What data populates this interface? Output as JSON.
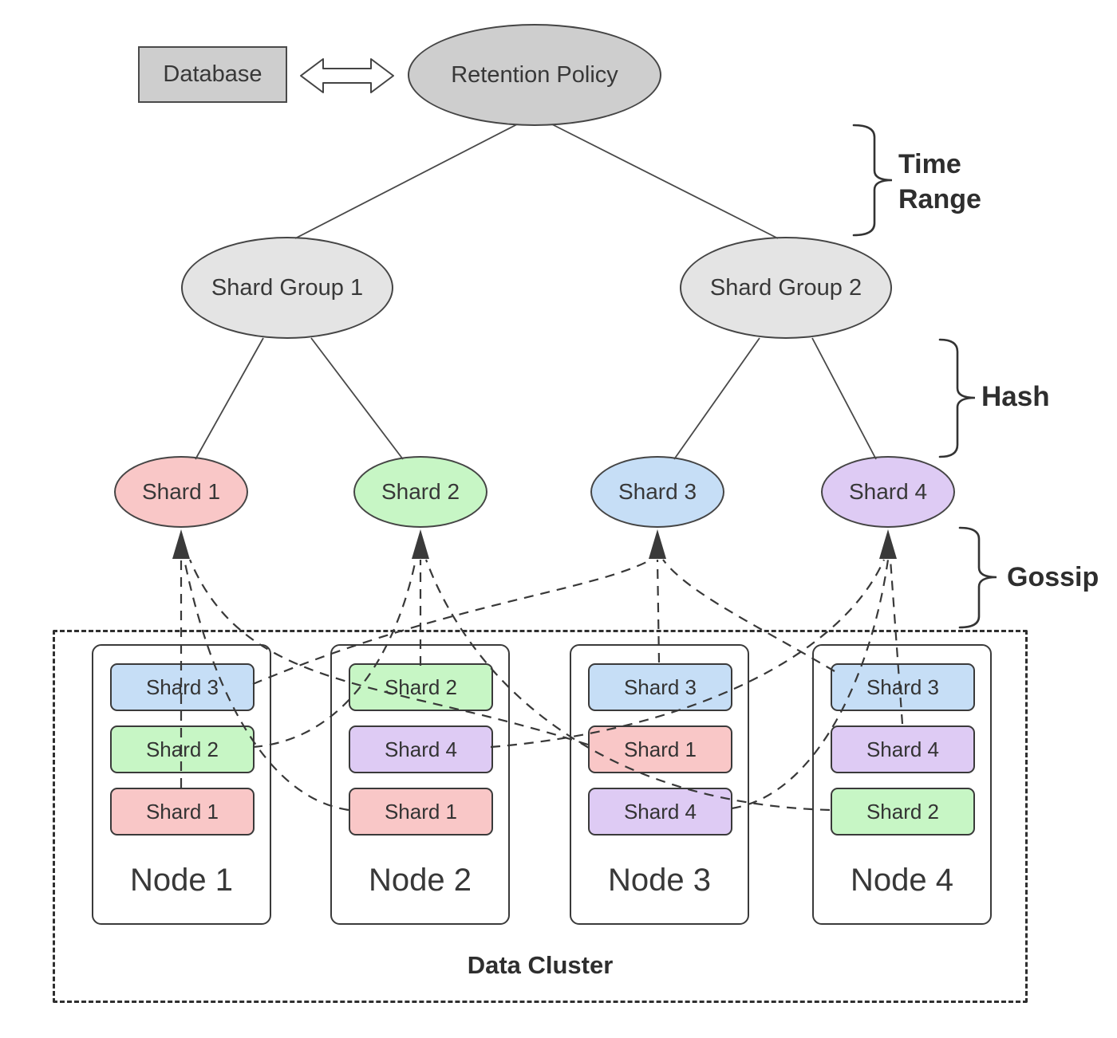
{
  "colors": {
    "gray_node": "#cecece",
    "gray_group": "#e4e4e4",
    "shard_pink": "#f9c7c7",
    "shard_green": "#c7f6c5",
    "shard_blue": "#c6def6",
    "shard_purple": "#decbf4",
    "line": "#3a3a3a"
  },
  "top": {
    "database_label": "Database",
    "retention_label": "Retention Policy"
  },
  "groups": [
    {
      "label": "Shard Group 1"
    },
    {
      "label": "Shard Group 2"
    }
  ],
  "shards": [
    {
      "label": "Shard 1",
      "color": "#f9c7c7"
    },
    {
      "label": "Shard 2",
      "color": "#c7f6c5"
    },
    {
      "label": "Shard 3",
      "color": "#c6def6"
    },
    {
      "label": "Shard 4",
      "color": "#decbf4"
    }
  ],
  "annotations": {
    "time_range_line1": "Time",
    "time_range_line2": "Range",
    "hash": "Hash",
    "gossip": "Gossip"
  },
  "cluster": {
    "label": "Data Cluster",
    "nodes": [
      {
        "label": "Node 1",
        "shards": [
          {
            "label": "Shard 3",
            "color": "#c6def6"
          },
          {
            "label": "Shard 2",
            "color": "#c7f6c5"
          },
          {
            "label": "Shard 1",
            "color": "#f9c7c7"
          }
        ]
      },
      {
        "label": "Node 2",
        "shards": [
          {
            "label": "Shard 2",
            "color": "#c7f6c5"
          },
          {
            "label": "Shard 4",
            "color": "#decbf4"
          },
          {
            "label": "Shard 1",
            "color": "#f9c7c7"
          }
        ]
      },
      {
        "label": "Node 3",
        "shards": [
          {
            "label": "Shard 3",
            "color": "#c6def6"
          },
          {
            "label": "Shard 1",
            "color": "#f9c7c7"
          },
          {
            "label": "Shard 4",
            "color": "#decbf4"
          }
        ]
      },
      {
        "label": "Node 4",
        "shards": [
          {
            "label": "Shard 3",
            "color": "#c6def6"
          },
          {
            "label": "Shard 4",
            "color": "#decbf4"
          },
          {
            "label": "Shard 2",
            "color": "#c7f6c5"
          }
        ]
      }
    ]
  }
}
